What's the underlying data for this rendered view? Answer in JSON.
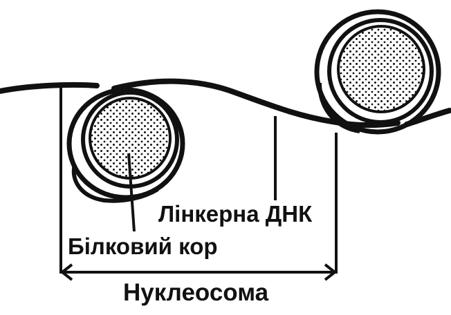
{
  "labels": {
    "linker_dna": "Лінкерна ДНК",
    "protein_core": "Білковий кор",
    "nucleosome": "Нуклеосома"
  },
  "colors": {
    "ink": "#111111",
    "background": "#ffffff"
  }
}
